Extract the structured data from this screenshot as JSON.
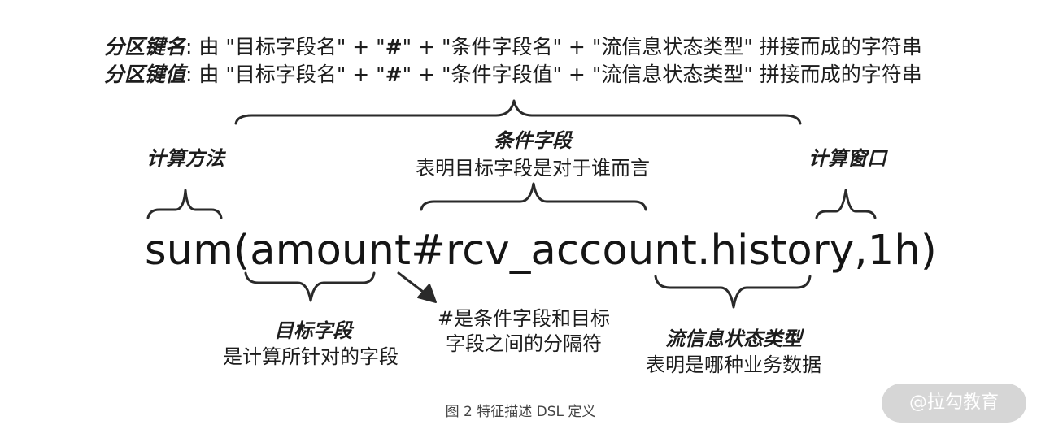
{
  "header": {
    "line1": {
      "term": "分区键名",
      "colon": ":",
      "part_a": " 由 \"目标字段名\" + \"",
      "hash": "#",
      "part_b": "\" + \"条件字段名\" + \"流信息状态类型\" 拼接而成的字符串"
    },
    "line2": {
      "term": "分区键值",
      "colon": ":",
      "part_a": " 由 \"目标字段名\" + \"",
      "hash": "#",
      "part_b": "\" + \"条件字段值\" + \"流信息状态类型\" 拼接而成的字符串"
    }
  },
  "labels": {
    "compute_method": "计算方法",
    "condition_field": {
      "title": "条件字段",
      "desc": "表明目标字段是对于谁而言"
    },
    "compute_window": "计算窗口",
    "target_field": {
      "title": "目标字段",
      "desc": "是计算所针对的字段"
    },
    "separator": {
      "line1": "#是条件字段和目标",
      "line2": "字段之间的分隔符"
    },
    "stream_state_type": {
      "title": "流信息状态类型",
      "desc": "表明是哪种业务数据"
    }
  },
  "expression": "sum(amount#rcv_account.history,1h)",
  "caption": "图 2 特征描述 DSL 定义",
  "watermark": "@拉勾教育"
}
